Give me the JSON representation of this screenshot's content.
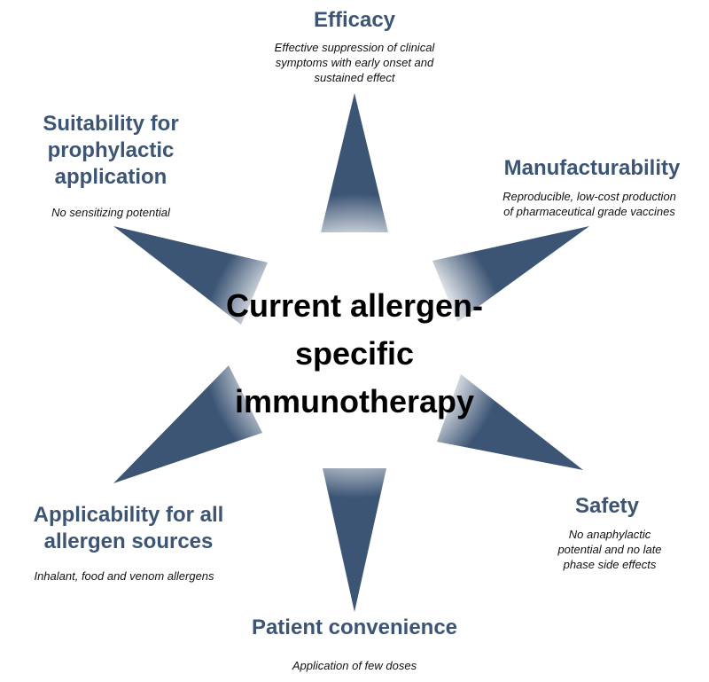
{
  "center": {
    "lines": [
      "Current allergen-",
      "specific",
      "immunotherapy"
    ]
  },
  "points": [
    {
      "key": "efficacy",
      "title": [
        "Efficacy"
      ],
      "description": [
        "Effective suppression of clinical",
        "symptoms with early onset and",
        "sustained effect"
      ]
    },
    {
      "key": "manufacturability",
      "title": [
        "Manufacturability"
      ],
      "description": [
        "Reproducible, low-cost production",
        "of pharmaceutical grade vaccines"
      ]
    },
    {
      "key": "safety",
      "title": [
        "Safety"
      ],
      "description": [
        "No anaphylactic",
        "potential and no late",
        "phase side effects"
      ]
    },
    {
      "key": "patient-convenience",
      "title": [
        "Patient convenience"
      ],
      "description": [
        "Application of few doses"
      ]
    },
    {
      "key": "applicability",
      "title": [
        "Applicability for all",
        "allergen sources"
      ],
      "description": [
        "Inhalant, food and venom allergens"
      ]
    },
    {
      "key": "suitability",
      "title": [
        "Suitability for",
        "prophylactic",
        "application"
      ],
      "description": [
        "No sensitizing potential"
      ]
    }
  ],
  "colors": {
    "arm": "#3d5575",
    "title": "#3d5575",
    "description": "#111111",
    "center_text": "#000000"
  }
}
